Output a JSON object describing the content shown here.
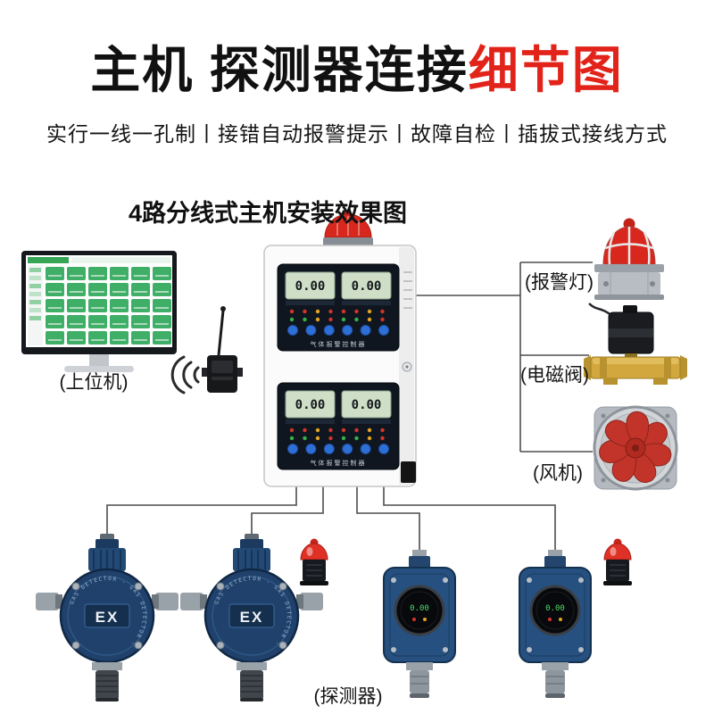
{
  "header": {
    "title_main": "主机 探测器连接",
    "title_accent": "细节图",
    "subtitle": "实行一线一孔制丨接错自动报警提示丨故障自检丨插拔式接线方式"
  },
  "diagram": {
    "section_title": "4路分线式主机安装效果图",
    "labels": {
      "host_computer": "(上位机)",
      "alarm_light": "(报警灯)",
      "solenoid_valve": "(电磁阀)",
      "fan": "(风机)",
      "detector": "(探测器)"
    },
    "controller": {
      "lcd_value": "0.00",
      "panel_text": "气体报警控制器"
    },
    "detectors": {
      "ex_label": "EX",
      "ring_text": "GAS DETECTOR · GAS DETECTOR ·",
      "display_value": "0.00"
    },
    "colors": {
      "accent_red": "#e2231a",
      "beacon_red": "#d8281d",
      "detector_blue": "#20416b",
      "button_blue": "#2e6fd6",
      "lcd_green": "#cfdfc7",
      "monitor_ui_green": "#3fae66",
      "valve_brass": "#d2a83e",
      "fan_red": "#c2342a"
    }
  }
}
